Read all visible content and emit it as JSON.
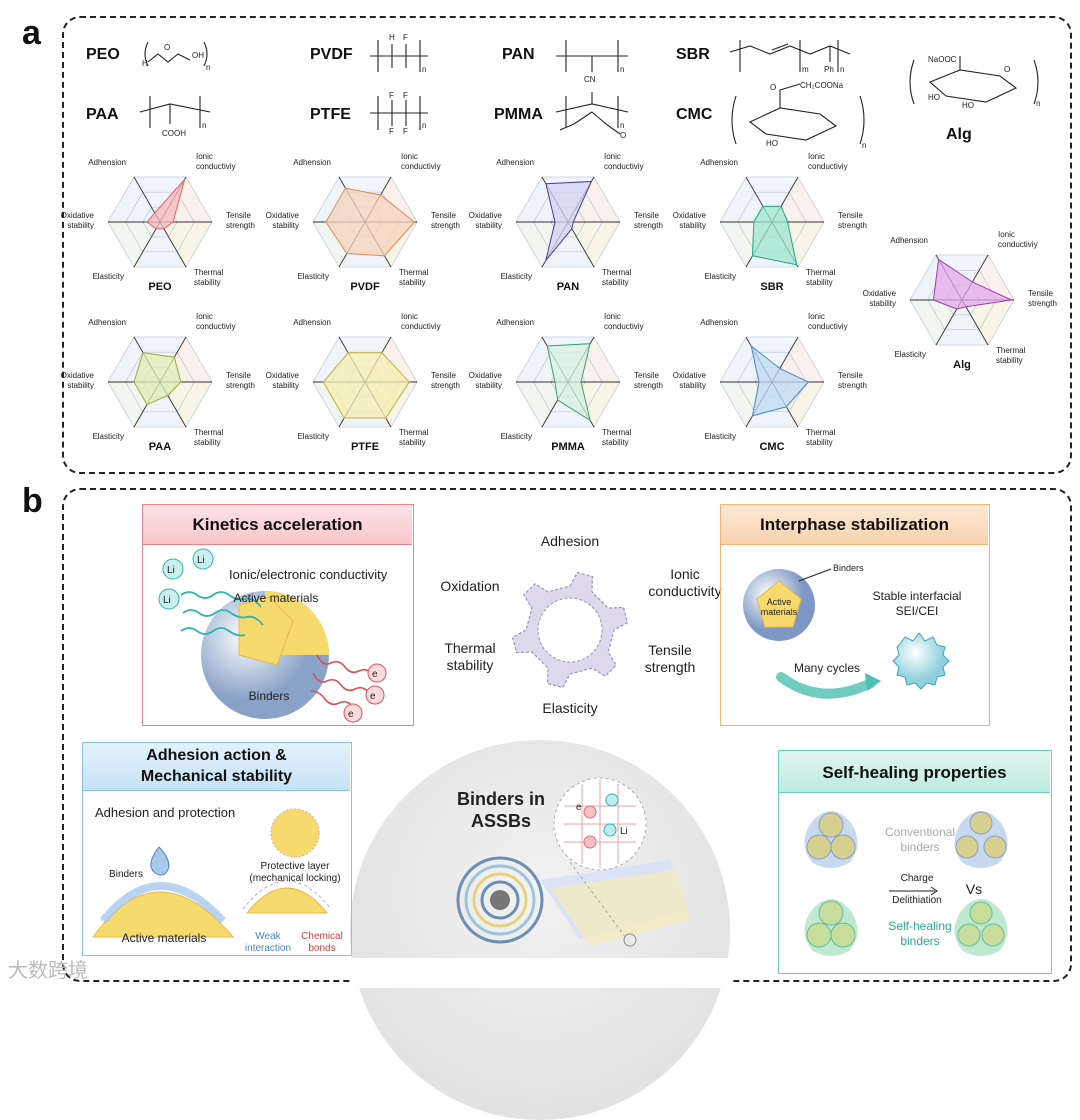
{
  "panel_a": {
    "letter": "a",
    "polymers": [
      {
        "name": "PEO",
        "formula_text": "H",
        "formula_sub": "OH"
      },
      {
        "name": "PVDF",
        "formula_text": "F F"
      },
      {
        "name": "PAN",
        "formula_text": "CN"
      },
      {
        "name": "SBR",
        "formula_text": "Ph"
      },
      {
        "name": "PAA",
        "formula_text": "COOH"
      },
      {
        "name": "PTFE",
        "formula_text": "F F F F"
      },
      {
        "name": "PMMA",
        "formula_text": "O"
      },
      {
        "name": "CMC",
        "formula_text": "CH2COONa"
      },
      {
        "name": "Alg",
        "formula_text": "NaOOC"
      }
    ],
    "subscripts": {
      "n": "n",
      "m": "m"
    },
    "formula_labels": {
      "peo_h": "H",
      "peo_o": "O",
      "peo_oh": "OH",
      "pvdf_h": "H",
      "pvdf_f": "F",
      "pan_cn": "CN",
      "sbr_ph": "Ph",
      "paa_cooh": "COOH",
      "ptfe_f": "F",
      "pmma_o": "O",
      "cmc_o": "O",
      "cmc_ch2coona": "CH₂COONa",
      "cmc_ho": "HO",
      "alg_naooc": "NaOOC",
      "alg_o": "O",
      "alg_ho": "HO"
    },
    "radar_axes": [
      "Adhension",
      "Ionic conductiviy",
      "Tensile strength",
      "Thermal stability",
      "Elasticity",
      "Oxidative stability"
    ],
    "radar_axes_lines": [
      [
        "Adhension"
      ],
      [
        "Ionic",
        "conductiviy"
      ],
      [
        "Tensile",
        "strength"
      ],
      [
        "Thermal",
        "stability"
      ],
      [
        "Elasticity"
      ],
      [
        "Oxidative",
        "stability"
      ]
    ],
    "radars": [
      {
        "name": "PEO",
        "values": [
          0.2,
          0.95,
          0.25,
          0.15,
          0.15,
          0.25
        ],
        "fill": "#f6b9bd",
        "stroke": "#e0606a"
      },
      {
        "name": "PVDF",
        "values": [
          0.75,
          0.6,
          0.95,
          0.75,
          0.7,
          0.75
        ],
        "fill": "#f6d4bc",
        "stroke": "#e08a54"
      },
      {
        "name": "PAN",
        "values": [
          0.85,
          0.9,
          0.1,
          0.15,
          0.85,
          0.25
        ],
        "fill": "#d2d2f2",
        "stroke": "#404096"
      },
      {
        "name": "SBR",
        "values": [
          0.35,
          0.35,
          0.3,
          0.95,
          0.75,
          0.35
        ],
        "fill": "#9fe6cf",
        "stroke": "#26a67f"
      },
      {
        "name": "PAA",
        "values": [
          0.65,
          0.55,
          0.4,
          0.3,
          0.5,
          0.5
        ],
        "fill": "#dfeeb6",
        "stroke": "#93b040"
      },
      {
        "name": "PTFE",
        "values": [
          0.65,
          0.65,
          0.85,
          0.8,
          0.8,
          0.8
        ],
        "fill": "#f6efb2",
        "stroke": "#c0b040"
      },
      {
        "name": "PMMA",
        "values": [
          0.8,
          0.85,
          0.25,
          0.85,
          0.4,
          0.25
        ],
        "fill": "#d8f0e0",
        "stroke": "#40a070"
      },
      {
        "name": "CMC",
        "values": [
          0.8,
          0.3,
          0.7,
          0.55,
          0.75,
          0.25
        ],
        "fill": "#bedaf4",
        "stroke": "#4a86c6"
      },
      {
        "name": "Alg",
        "values": [
          0.9,
          0.4,
          0.95,
          0.15,
          0.2,
          0.55
        ],
        "fill": "#e4a8ec",
        "stroke": "#9a40a8"
      }
    ]
  },
  "panel_b": {
    "letter": "b",
    "kinetics": {
      "title": "Kinetics acceleration",
      "subtitle": "Ionic/electronic conductivity",
      "li": "Li",
      "plus": "+",
      "e": "e",
      "minus": "-",
      "active": "Active materials",
      "binders": "Binders"
    },
    "gear": {
      "adhesion": "Adhesion",
      "ionic": "Ionic conductivity",
      "tensile": "Tensile strength",
      "elasticity": "Elasticity",
      "thermal": "Thermal stability",
      "oxidation": "Oxidation"
    },
    "interphase": {
      "title": "Interphase stabilization",
      "binders": "Binders",
      "active": "Active materials",
      "stable": "Stable interfacial SEI/CEI",
      "cycles": "Many cycles"
    },
    "adhesion": {
      "title_line1": "Adhesion action &",
      "title_line2": "Mechanical stability",
      "subtitle": "Adhesion and protection",
      "binders": "Binders",
      "protective": "Protective layer (mechanical locking)",
      "active": "Active materials",
      "weak": "Weak interaction",
      "chemical": "Chemical bonds"
    },
    "assb": {
      "title_line1": "Binders in",
      "title_line2": "ASSBs",
      "e": "e",
      "minus": "-",
      "li": "Li",
      "plus": "+"
    },
    "selfheal": {
      "title": "Self-healing properties",
      "conventional": "Conventional binders",
      "charge": "Charge",
      "delithiation": "Delithiation",
      "vs": "Vs",
      "selfhealing": "Self-healing binders"
    }
  },
  "watermark": "大数跨境",
  "colors": {
    "kinetics_border": "#e9848c",
    "interphase_border": "#f3b47c",
    "adhesion_border": "#86c2ea",
    "selfheal_border": "#6cd0bd",
    "gear": "#ddd8ec",
    "active": "#f7da6e"
  }
}
